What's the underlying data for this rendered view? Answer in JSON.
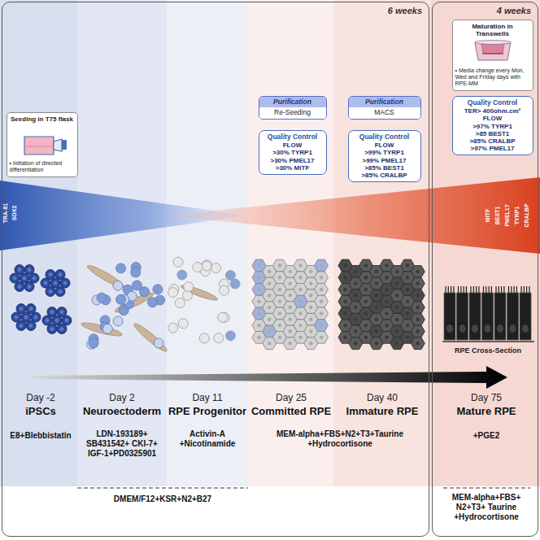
{
  "diagram": {
    "nodes": [
      {
        "text": [
          "6 weeks"
        ]
      },
      {
        "text": [
          "4 weeks"
        ]
      },
      {
        "text": [
          "Seeding in T75 flask",
          "• initiation of directed differentiation"
        ],
        "in": 0
      },
      {
        "text": [
          "Purification",
          "Re-Seeding"
        ],
        "in": 0
      },
      {
        "text": [
          "Quality Control",
          "FLOW",
          ">30% TYRP1",
          ">30% PMEL17",
          ">30% MITF"
        ],
        "in": 0
      },
      {
        "text": [
          "Purification",
          "MACS"
        ],
        "in": 0
      },
      {
        "text": [
          "Quality Control",
          "FLOW",
          ">99% TYRP1",
          ">99% PMEL17",
          ">85% BEST1",
          ">85% CRALBP"
        ],
        "in": 0
      },
      {
        "text": [
          "Maturation in Transwells",
          "• Media change every Mon, Wed and Friday days with RPE-MM"
        ],
        "in": 1
      },
      {
        "text": [
          "Quality Control",
          "TER> 400ohm.cm²",
          "FLOW",
          ">97% TYRP1",
          ">85 BEST1",
          ">85% CRALBP",
          ">97% PMEL17"
        ],
        "in": 1
      }
    ],
    "labels": [
      "TRA-81",
      "SOX2",
      "MITF",
      "BEST1",
      "PMEL17",
      "TYRP1",
      "CRALBP",
      "RPE Cross-Section",
      "Day -2",
      "iPSCs",
      "E8+Blebbistatin",
      "Day 2",
      "Neuroectoderm",
      "LDN-193189+ SB431542+ CKI-7+ IGF-1+PD0325901",
      "Day 11",
      "RPE Progenitor",
      "Activin-A +Nicotinamide",
      "Day 25",
      "Committed RPE",
      "MEM-alpha+FBS+N2+T3+Taurine +Hydrocortisone",
      "Day 40",
      "Immature RPE",
      "Day 75",
      "Mature RPE",
      "+PGE2",
      "DMEM/F12+KSR+N2+B27",
      "MEM-alpha+FBS+ N2+T3+ Taurine +Hydrocortisone"
    ]
  }
}
